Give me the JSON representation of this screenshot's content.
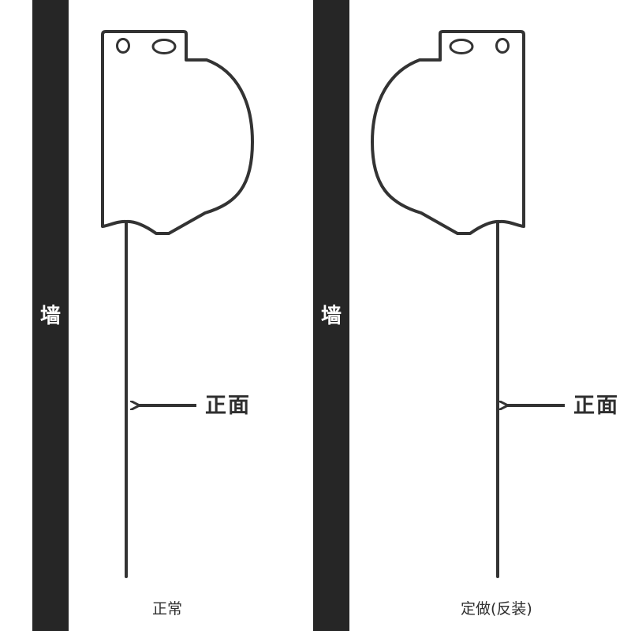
{
  "wall_label": "墙",
  "front_label": "正面",
  "captions": {
    "normal": "正常",
    "custom": "定做(反装)"
  },
  "colors": {
    "wall": "#262626",
    "line": "#333333",
    "background": "#ffffff"
  },
  "icons": [
    "arrow-left-icon",
    "mounting-hole-icon"
  ]
}
